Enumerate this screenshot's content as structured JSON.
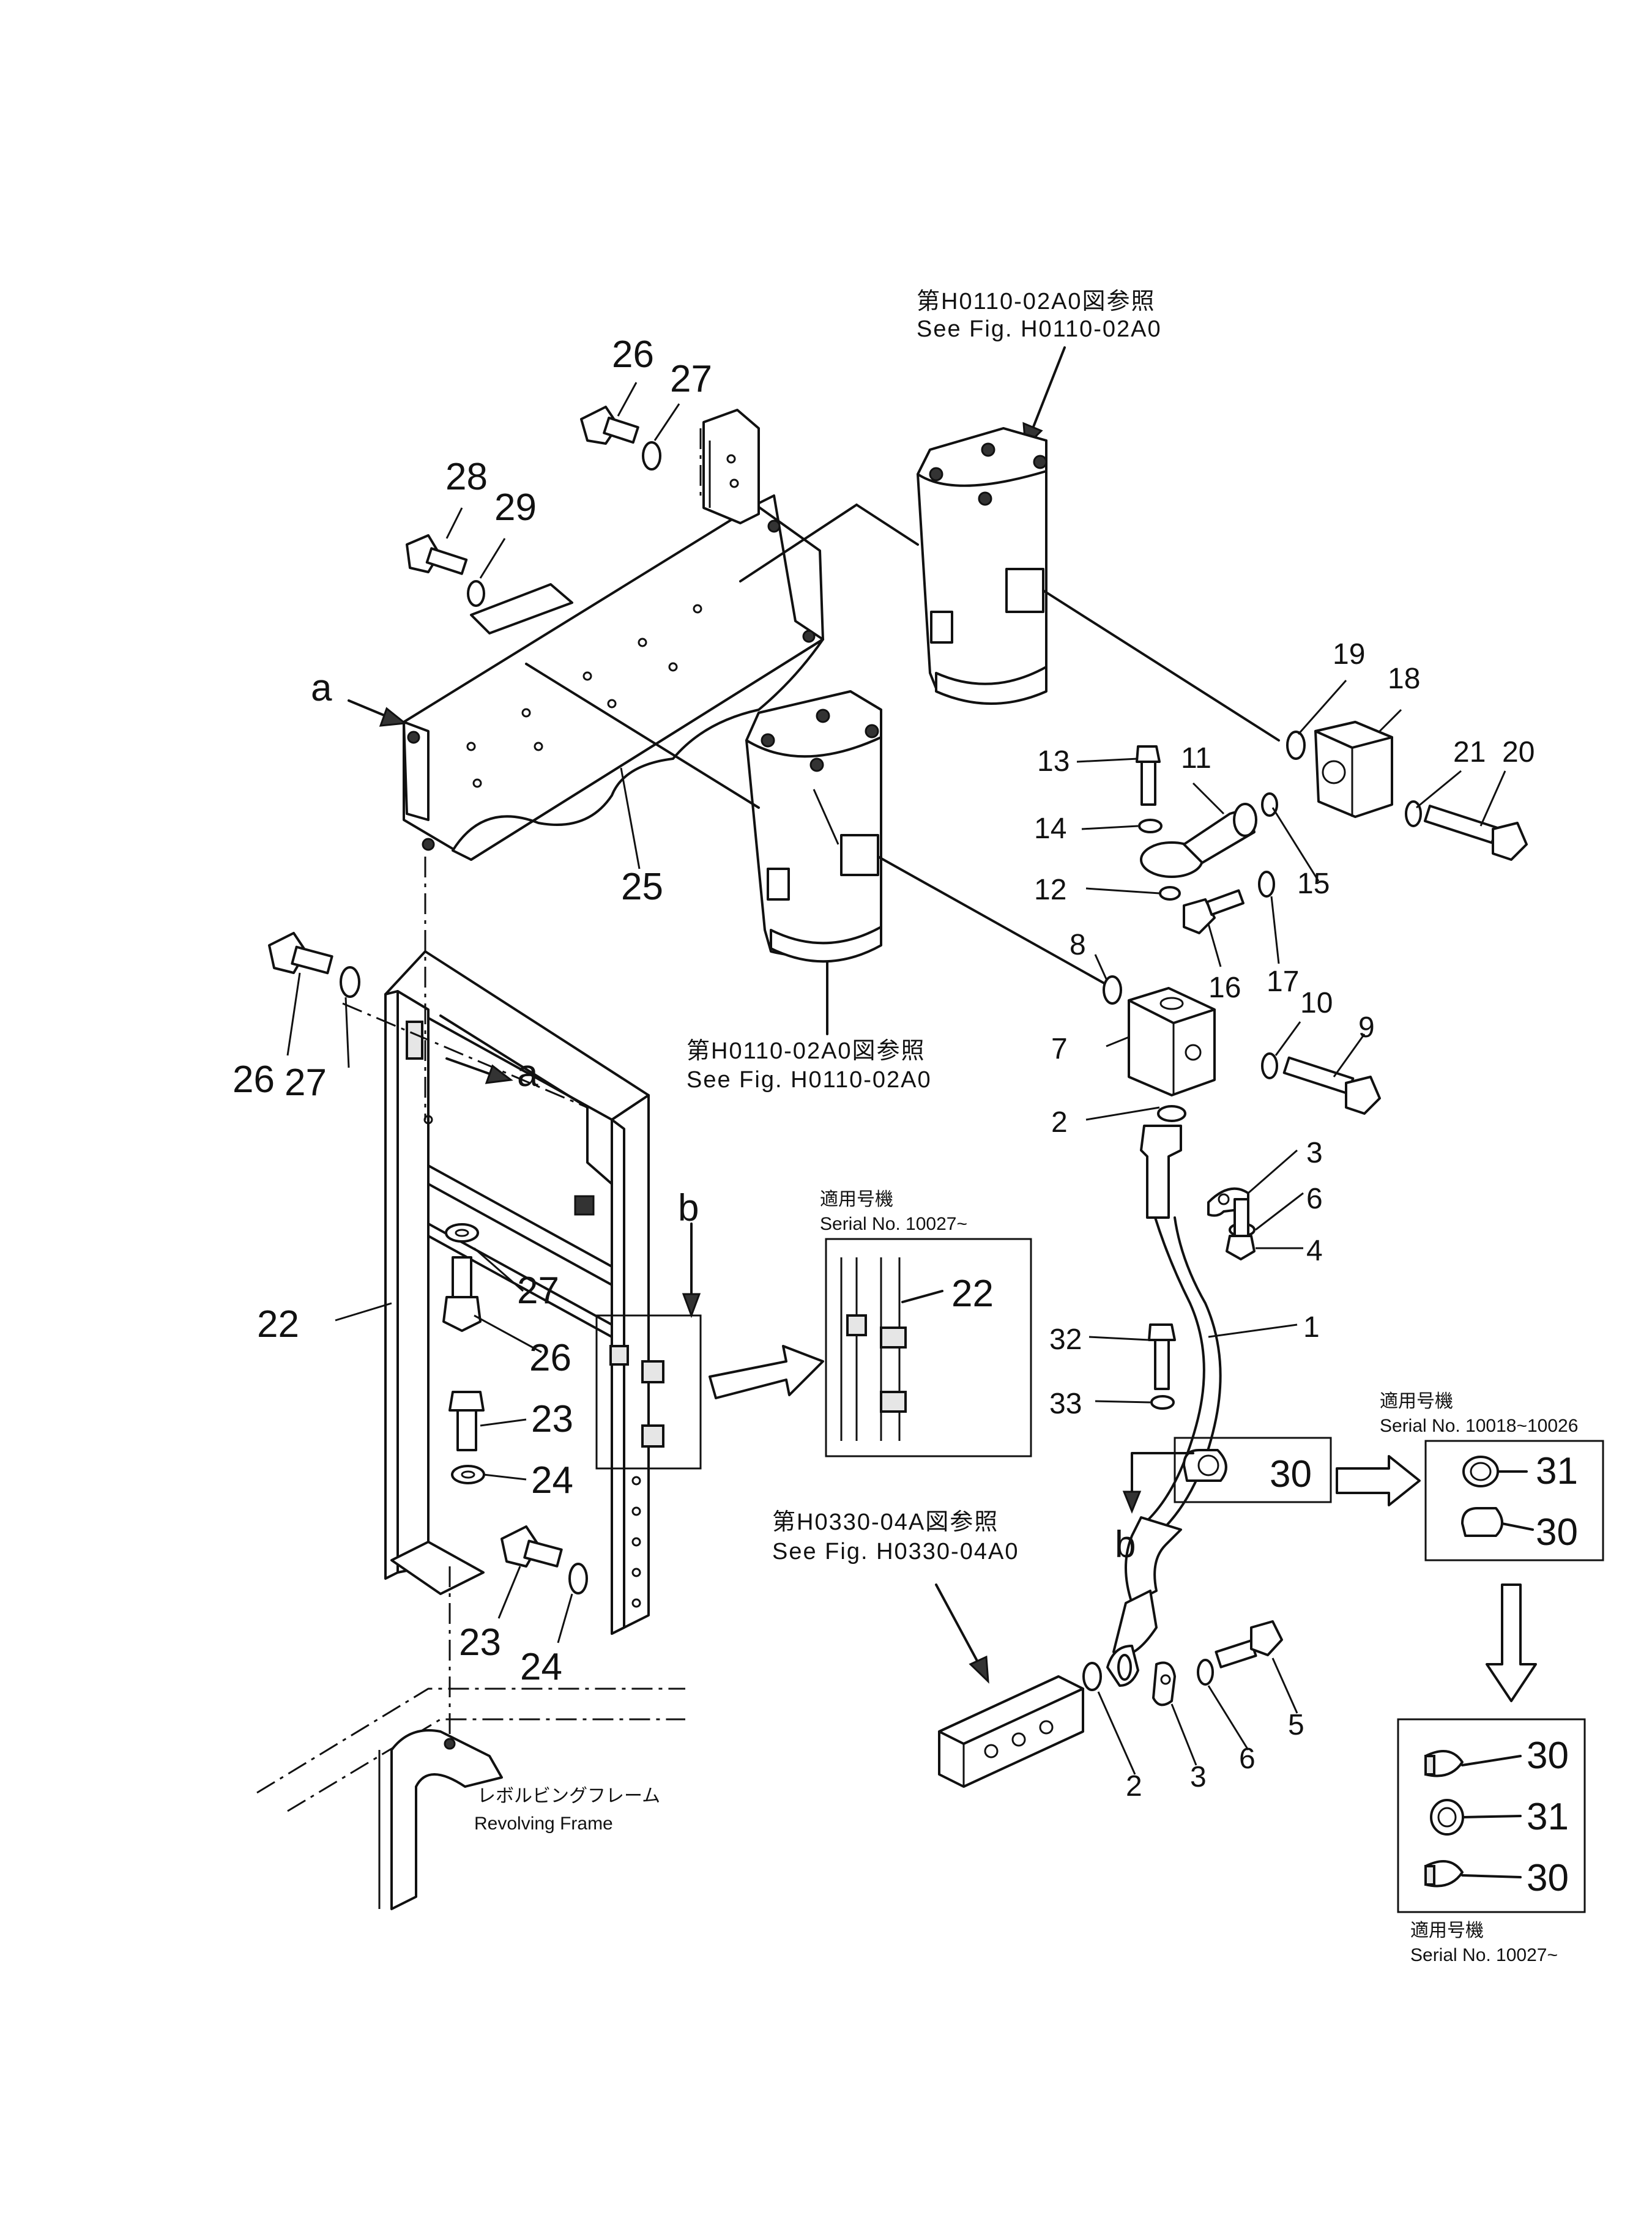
{
  "references": {
    "top": {
      "jp": "第H0110-02A0図参照",
      "en": "See  Fig.  H0110-02A0"
    },
    "middle": {
      "jp": "第H0110-02A0図参照",
      "en": "See  Fig.  H0110-02A0"
    },
    "bottom": {
      "jp": "第H0330-04A図参照",
      "en": "See  Fig.  H0330-04A0"
    }
  },
  "revolving_frame": {
    "jp": "レボルビングフレーム",
    "en": "Revolving  Frame"
  },
  "serial_boxes": {
    "box_b": {
      "jp": "適用号機",
      "en": "Serial  No.  10027~"
    },
    "box_right_top": {
      "jp": "適用号機",
      "en": "Serial  No.  10018~10026"
    },
    "box_right_bottom": {
      "jp": "適用号機",
      "en": "Serial  No.  10027~"
    }
  },
  "view_letters": {
    "a": "a",
    "b": "b"
  },
  "part_numbers": [
    "1",
    "2",
    "3",
    "4",
    "5",
    "6",
    "7",
    "8",
    "9",
    "10",
    "11",
    "12",
    "13",
    "14",
    "15",
    "16",
    "17",
    "18",
    "19",
    "20",
    "21",
    "22",
    "23",
    "24",
    "25",
    "26",
    "27",
    "28",
    "29",
    "30",
    "31",
    "32",
    "33"
  ]
}
